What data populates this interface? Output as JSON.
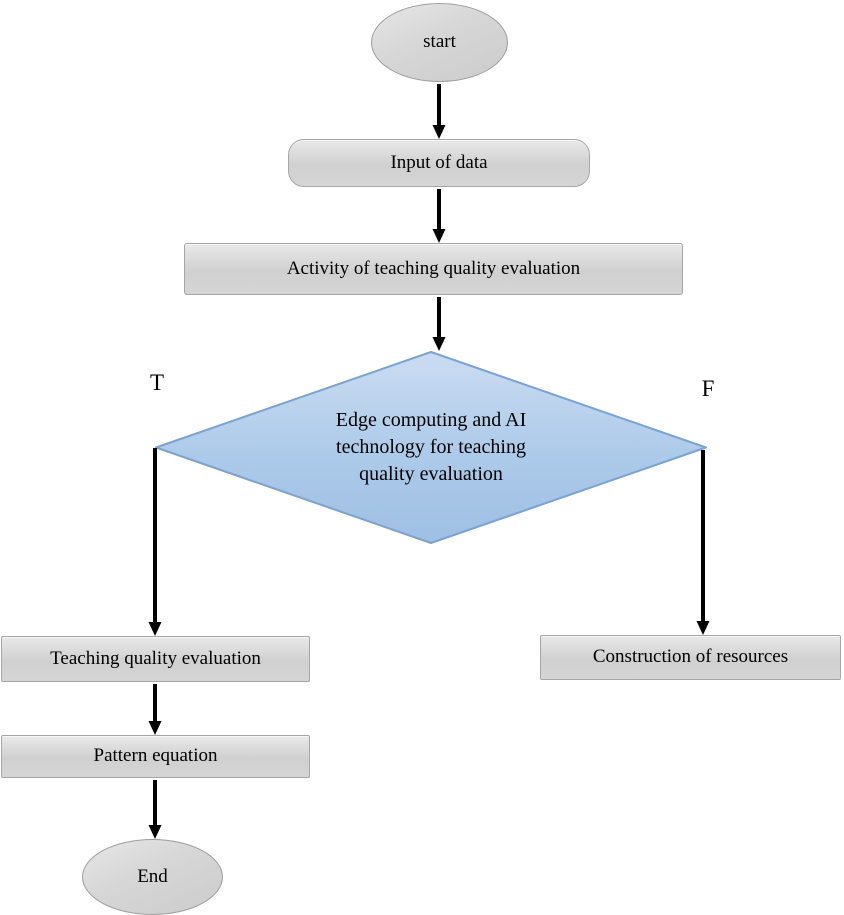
{
  "diagram": {
    "type": "flowchart",
    "nodes": {
      "start": {
        "label": "start",
        "shape": "ellipse"
      },
      "input": {
        "label": "Input of data",
        "shape": "rounded-rectangle"
      },
      "activity": {
        "label": "Activity of teaching quality evaluation",
        "shape": "rectangle"
      },
      "decision": {
        "label": "Edge computing and AI technology for teaching quality evaluation",
        "lines": [
          "Edge computing and AI",
          "technology for teaching",
          "quality evaluation"
        ],
        "shape": "diamond"
      },
      "teaching": {
        "label": "Teaching quality evaluation",
        "shape": "rectangle"
      },
      "pattern": {
        "label": "Pattern equation",
        "shape": "rectangle"
      },
      "construction": {
        "label": "Construction of resources",
        "shape": "rectangle"
      },
      "end": {
        "label": "End",
        "shape": "ellipse"
      }
    },
    "edges": {
      "true_label": "T",
      "false_label": "F",
      "connections": [
        {
          "from": "start",
          "to": "input"
        },
        {
          "from": "input",
          "to": "activity"
        },
        {
          "from": "activity",
          "to": "decision"
        },
        {
          "from": "decision",
          "to": "teaching",
          "label": "T"
        },
        {
          "from": "decision",
          "to": "construction",
          "label": "F"
        },
        {
          "from": "teaching",
          "to": "pattern"
        },
        {
          "from": "pattern",
          "to": "end"
        }
      ]
    },
    "colors": {
      "background": "#ffffff",
      "process_fill_top": "#e9e9e9",
      "process_fill_bottom": "#d0d0d0",
      "process_border": "#a6a6a6",
      "decision_fill_top": "#c9dbf1",
      "decision_fill_bottom": "#9fbfe3",
      "decision_border": "#7aa3d3",
      "arrow": "#000000",
      "text": "#000000"
    }
  }
}
